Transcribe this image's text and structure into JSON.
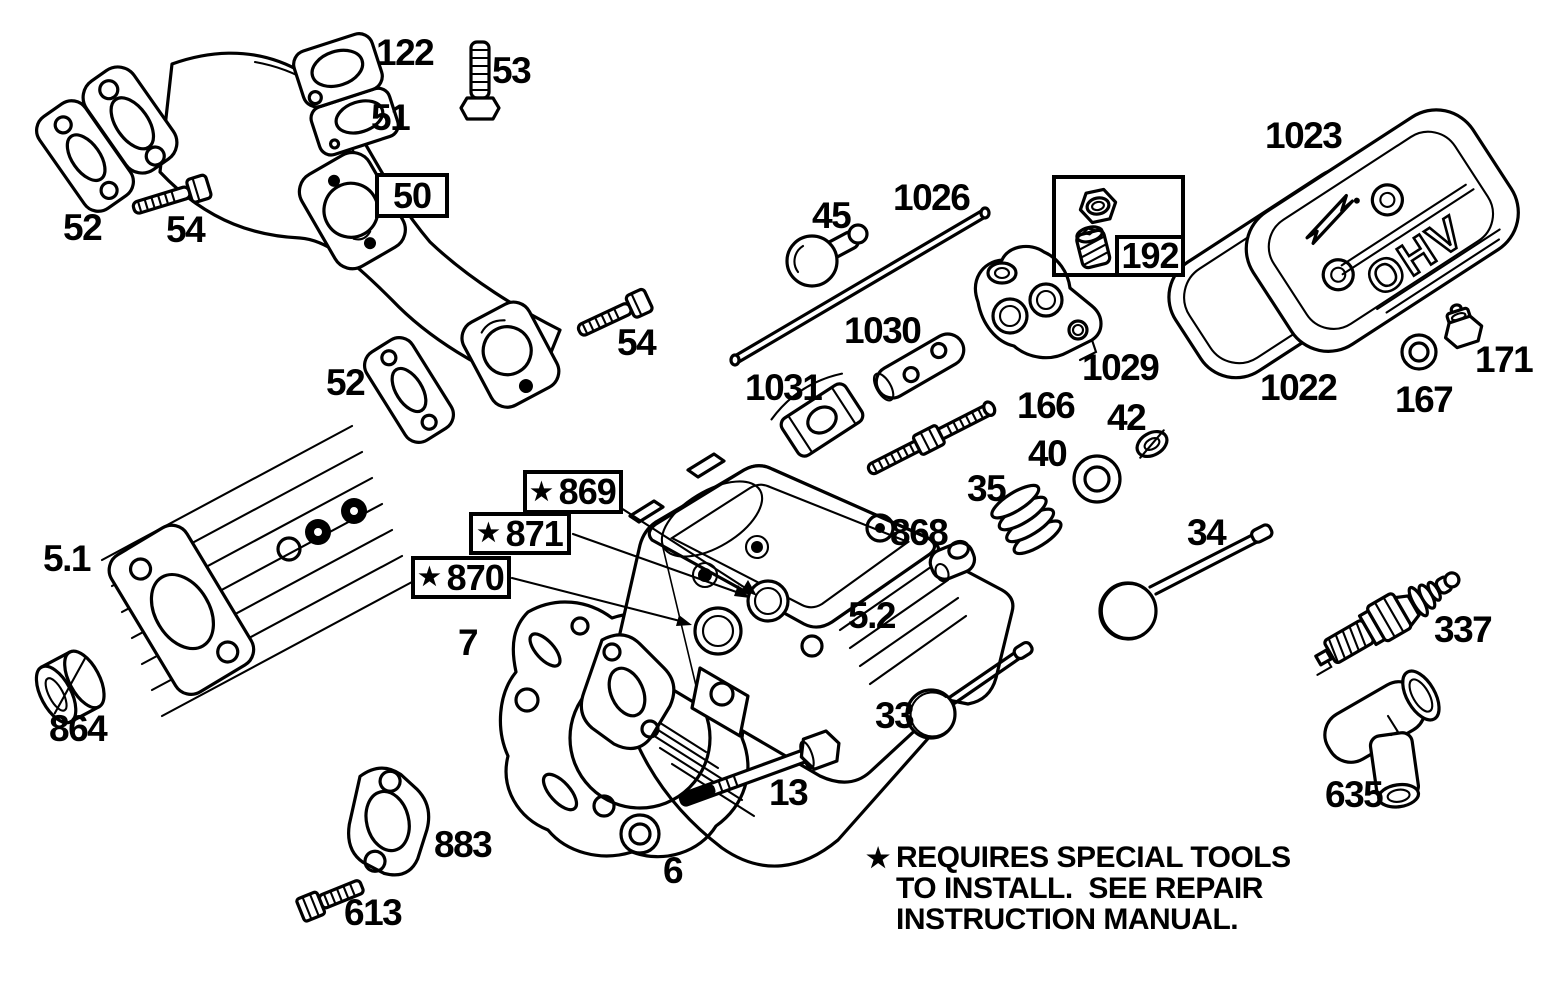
{
  "colors": {
    "ink": "#000000",
    "paper": "#ffffff"
  },
  "cover_text": "OHV",
  "star_glyph": "★",
  "note": {
    "line1": "REQUIRES SPECIAL TOOLS",
    "line2": "TO INSTALL.  SEE REPAIR",
    "line3": "INSTRUCTION MANUAL."
  },
  "labels": {
    "l122": "122",
    "l51": "51",
    "l53": "53",
    "l52a": "52",
    "l54a": "54",
    "l54b": "54",
    "l52b": "52",
    "l45": "45",
    "l1026": "1026",
    "l1030": "1030",
    "l1031": "1031",
    "l1029": "1029",
    "l166": "166",
    "l42": "42",
    "l40": "40",
    "l35": "35",
    "l868": "868",
    "l34": "34",
    "l5_1": "5.1",
    "l5_2": "5.2",
    "l7": "7",
    "l864": "864",
    "l33": "33",
    "l337": "337",
    "l635": "635",
    "l883": "883",
    "l613": "613",
    "l6": "6",
    "l13": "13",
    "l1023": "1023",
    "l1022": "1022",
    "l167": "167",
    "l171": "171"
  },
  "boxed_labels": {
    "l50": "50",
    "l192": "192"
  },
  "starred_boxed_labels": {
    "l869": "869",
    "l871": "871",
    "l870": "870"
  }
}
